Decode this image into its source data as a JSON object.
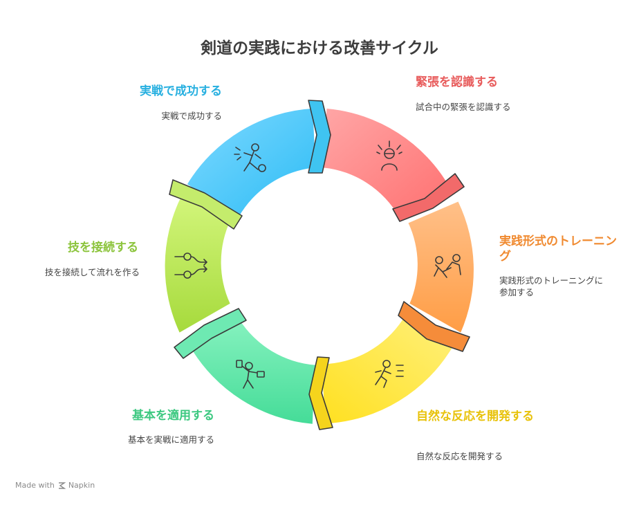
{
  "title": "剣道の実践における改善サイクル",
  "steps": [
    {
      "label": "緊張を認識する",
      "desc": "試合中の緊張を認識する",
      "color": "#e85c5c",
      "icon": "stressed-person-icon"
    },
    {
      "label": "実践形式のトレーニング",
      "desc": "実践形式のトレーニングに参加する",
      "color": "#f08a30",
      "icon": "sparring-icon"
    },
    {
      "label": "自然な反応を開発する",
      "desc": "自然な反応を開発する",
      "color": "#e8c20a",
      "icon": "running-person-icon"
    },
    {
      "label": "基本を適用する",
      "desc": "基本を実戦に適用する",
      "color": "#3cc880",
      "icon": "person-with-tools-icon"
    },
    {
      "label": "技を接続する",
      "desc": "技を接続して流れを作る",
      "color": "#8cc43c",
      "icon": "connection-flow-icon"
    },
    {
      "label": "実戦で成功する",
      "desc": "実戦で成功する",
      "color": "#28b0e0",
      "icon": "success-person-icon"
    }
  ],
  "footer": {
    "text": "Made with",
    "brand": "Napkin"
  }
}
